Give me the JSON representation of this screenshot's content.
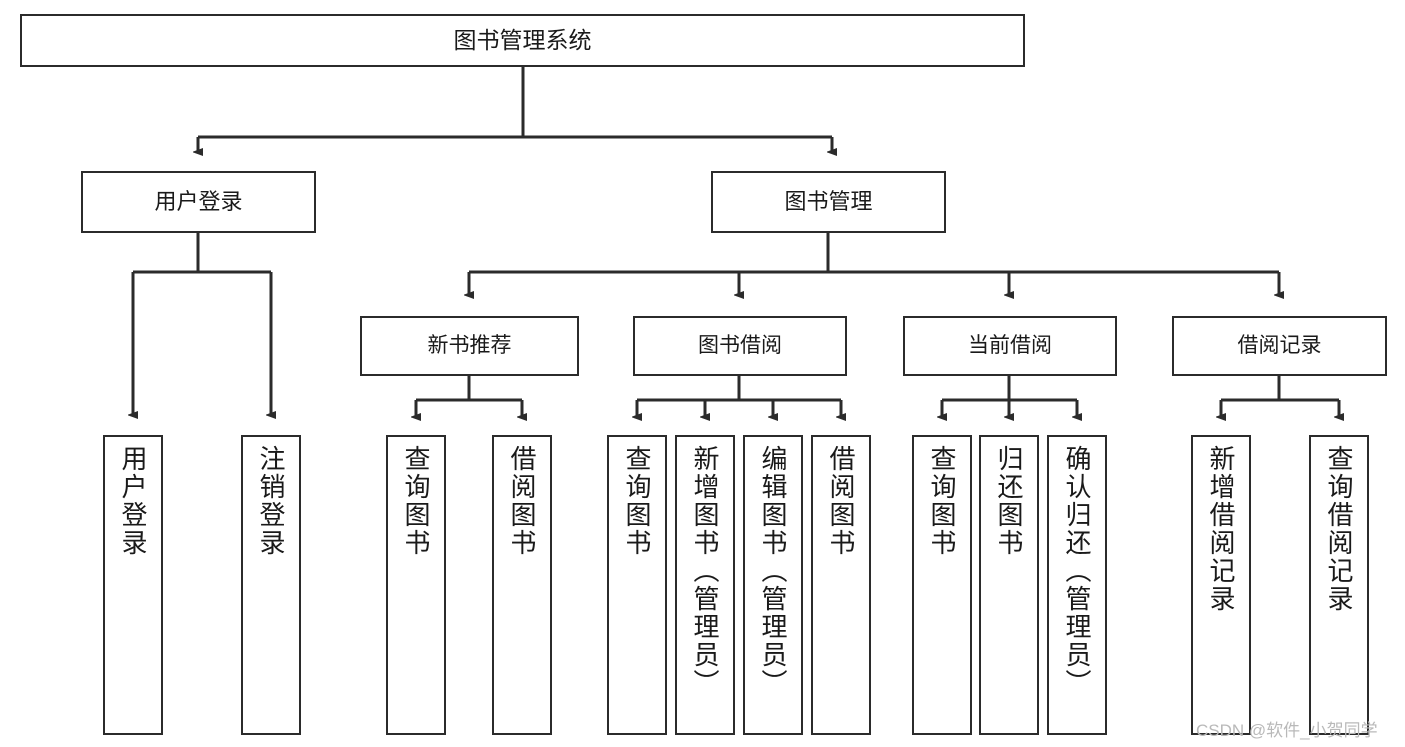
{
  "diagram": {
    "title": "图书管理系统",
    "type": "functional-structure-tree",
    "watermark": "CSDN @软件_小贺同学",
    "colors": {
      "background": "#ffffff",
      "node_border": "#2b2b2b",
      "node_fill": "#ffffff",
      "edge": "#2b2b2b",
      "text": "#1a1a1a",
      "watermark": "#b9b9b9"
    }
  },
  "nodes": {
    "root": {
      "label": "图书管理系统"
    },
    "level2": [
      {
        "id": "user-login",
        "label": "用户登录"
      },
      {
        "id": "book-manage",
        "label": "图书管理"
      }
    ],
    "level3": [
      {
        "id": "new-book-recommend",
        "label": "新书推荐"
      },
      {
        "id": "book-borrow",
        "label": "图书借阅"
      },
      {
        "id": "current-borrow",
        "label": "当前借阅"
      },
      {
        "id": "borrow-record",
        "label": "借阅记录"
      }
    ],
    "leaves": {
      "user-login": [
        {
          "id": "leaf-user-login",
          "label": "用户登录"
        },
        {
          "id": "leaf-logout-login",
          "label": "注销登录"
        }
      ],
      "new-book-recommend": [
        {
          "id": "leaf-query-book-1",
          "label": "查询图书"
        },
        {
          "id": "leaf-borrow-book-1",
          "label": "借阅图书"
        }
      ],
      "book-borrow": [
        {
          "id": "leaf-query-book-2",
          "label": "查询图书"
        },
        {
          "id": "leaf-add-book",
          "label": "新增图书（管理员）"
        },
        {
          "id": "leaf-edit-book",
          "label": "编辑图书（管理员）"
        },
        {
          "id": "leaf-borrow-book-2",
          "label": "借阅图书"
        }
      ],
      "current-borrow": [
        {
          "id": "leaf-query-book-3",
          "label": "查询图书"
        },
        {
          "id": "leaf-return-book",
          "label": "归还图书"
        },
        {
          "id": "leaf-confirm-return",
          "label": "确认归还（管理员）"
        }
      ],
      "borrow-record": [
        {
          "id": "leaf-add-record",
          "label": "新增借阅记录"
        },
        {
          "id": "leaf-query-record",
          "label": "查询借阅记录"
        }
      ]
    }
  }
}
